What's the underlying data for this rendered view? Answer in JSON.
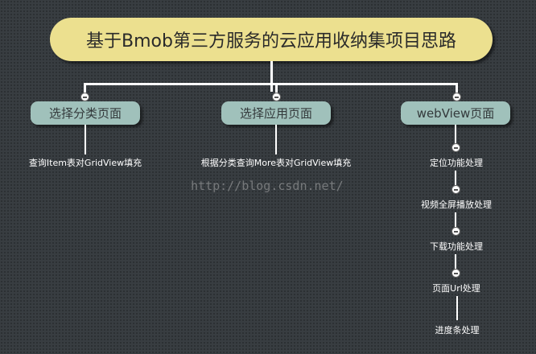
{
  "root": "基于Bmob第三方服务的云应用收纳集项目思路",
  "children": [
    {
      "label": "选择分类页面",
      "items": [
        "查询Item表对GridView填充"
      ]
    },
    {
      "label": "选择应用页面",
      "items": [
        "根据分类查询More表对GridView填充"
      ]
    },
    {
      "label": "webView页面",
      "items": [
        "定位功能处理",
        "视频全屏播放处理",
        "下载功能处理",
        "页面Url处理",
        "进度条处理"
      ]
    }
  ],
  "watermark": "http://blog.csdn.net/"
}
